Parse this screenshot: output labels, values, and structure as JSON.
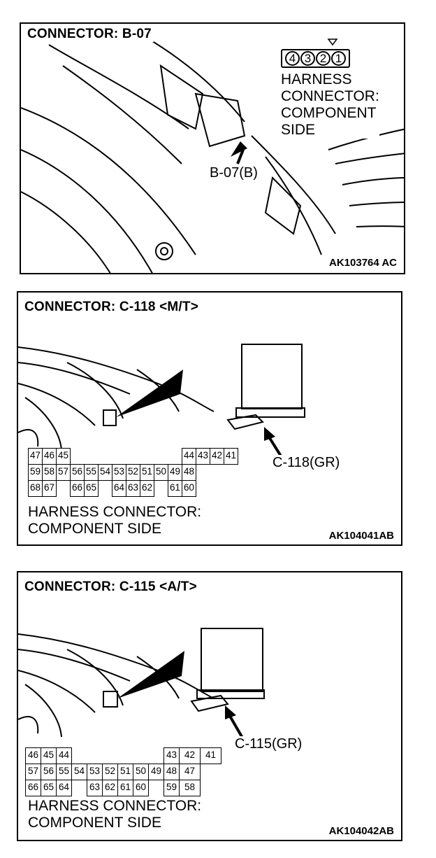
{
  "panels": [
    {
      "title": "CONNECTOR: B-07",
      "pins": [
        "4",
        "3",
        "2",
        "1"
      ],
      "side_label": [
        "HARNESS",
        "CONNECTOR:",
        "COMPONENT",
        "SIDE"
      ],
      "callout": "B-07(B)",
      "code": "AK103764 AC"
    },
    {
      "title": "CONNECTOR: C-118 <M/T>",
      "callout": "C-118(GR)",
      "side_label": [
        "HARNESS CONNECTOR:",
        "COMPONENT SIDE"
      ],
      "code": "AK104041AB",
      "rows": [
        [
          "47",
          "46",
          "45",
          "",
          "",
          "",
          "",
          "",
          "",
          "",
          "",
          "44",
          "43",
          "42",
          "41",
          ""
        ],
        [
          "59",
          "58",
          "57",
          "56",
          "55",
          "54",
          "53",
          "52",
          "51",
          "50",
          "49",
          "48",
          "",
          "",
          "",
          ""
        ],
        [
          "68",
          "67",
          "",
          "66",
          "65",
          "",
          "64",
          "63",
          "62",
          "",
          "61",
          "60",
          "",
          "",
          "",
          ""
        ]
      ]
    },
    {
      "title": "CONNECTOR: C-115 <A/T>",
      "callout": "C-115(GR)",
      "side_label": [
        "HARNESS CONNECTOR:",
        "COMPONENT SIDE"
      ],
      "code": "AK104042AB",
      "rows": [
        [
          "46",
          "45",
          "44",
          "",
          "",
          "",
          "",
          "",
          "",
          "43",
          "42",
          "41"
        ],
        [
          "57",
          "56",
          "55",
          "54",
          "53",
          "52",
          "51",
          "50",
          "49",
          "48",
          "47",
          ""
        ],
        [
          "66",
          "65",
          "64",
          "",
          "63",
          "62",
          "61",
          "60",
          "",
          "59",
          "58",
          ""
        ]
      ]
    }
  ]
}
